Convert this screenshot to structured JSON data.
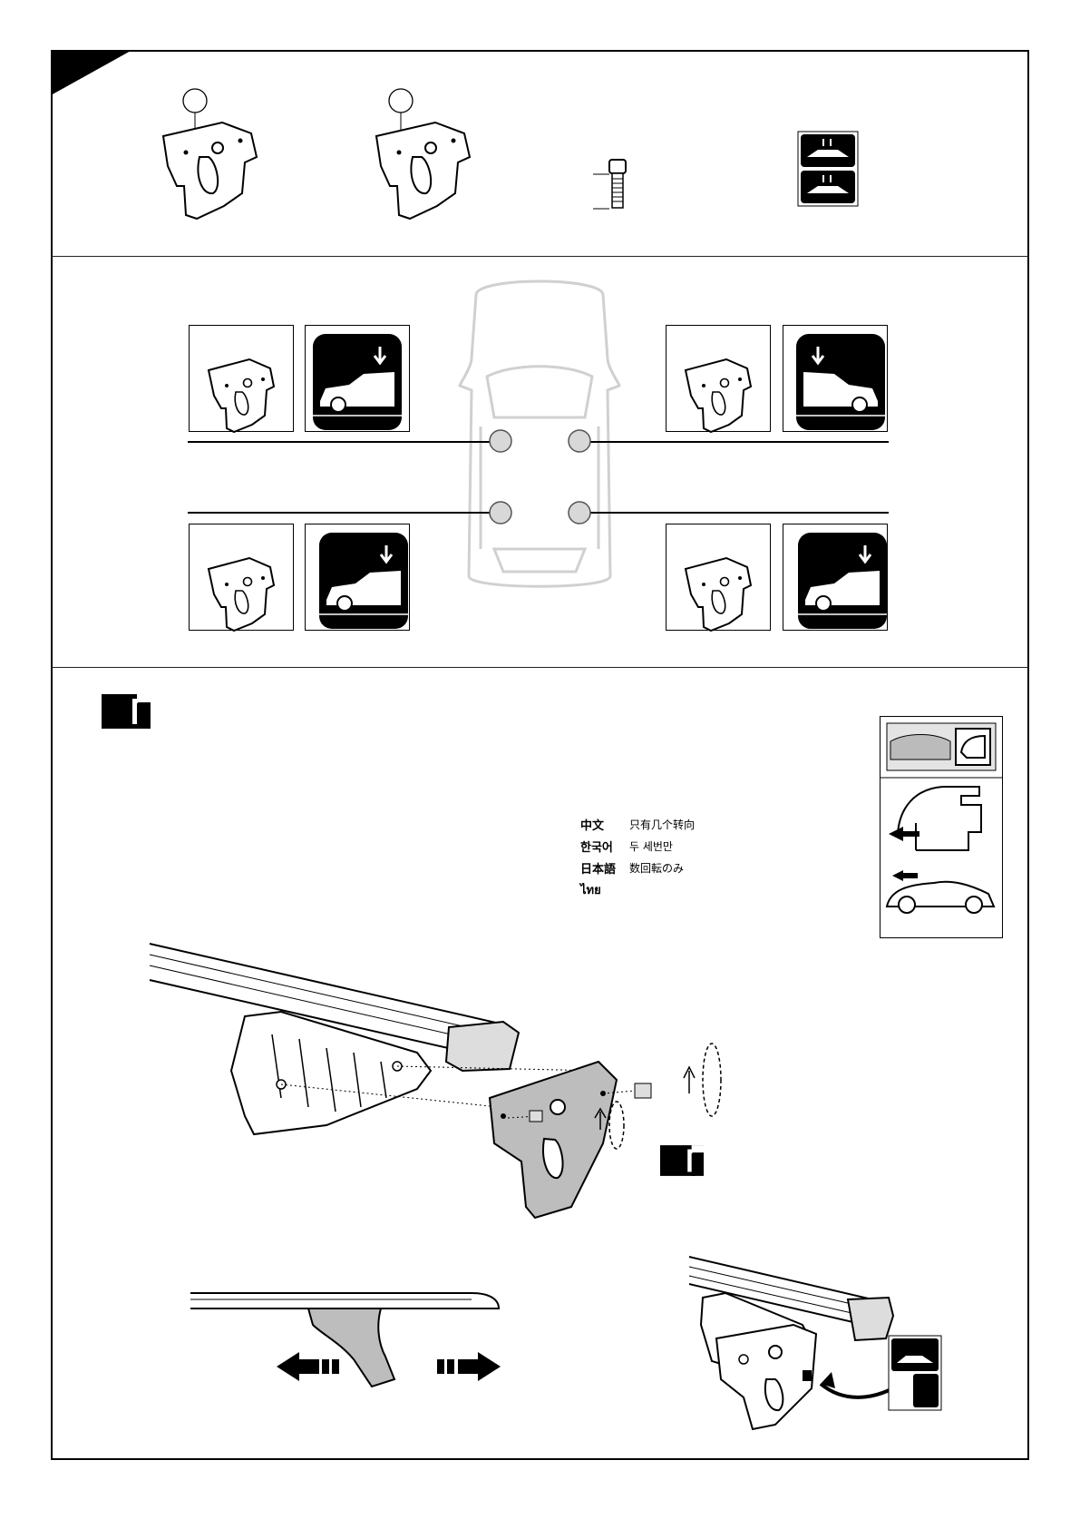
{
  "languages": [
    {
      "name": "中文",
      "text": "只有几个转向"
    },
    {
      "name": "한국어",
      "text": "두 세번만"
    },
    {
      "name": "日本語",
      "text": "数回転のみ"
    },
    {
      "name": "ไทย",
      "text": ""
    }
  ],
  "icons": {
    "info": "info-icon",
    "bracket": "foot-pad-bracket-icon",
    "bolt": "bolt-icon",
    "car": "car-side-icon",
    "sticker": "position-sticker-icon",
    "roof_bar": "roof-bar-icon"
  },
  "colors": {
    "ink": "#000000",
    "ghost_car": "#cfcfcf",
    "gray_fill": "#bdbdbd"
  }
}
